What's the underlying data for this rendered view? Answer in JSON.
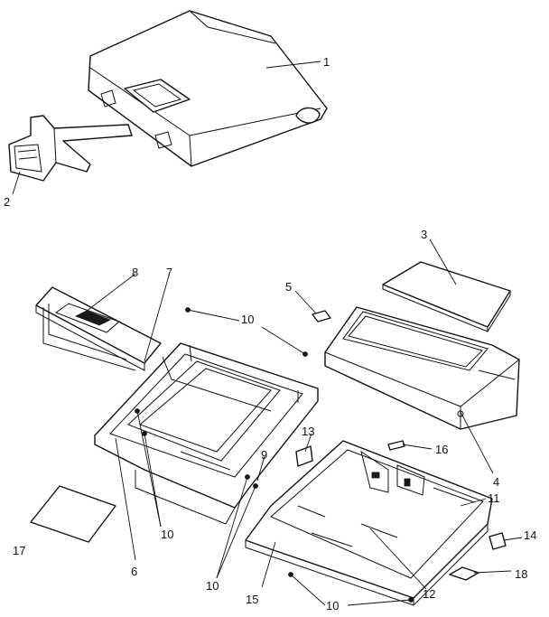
{
  "callouts": {
    "c1": "1",
    "c2": "2",
    "c3": "3",
    "c4": "4",
    "c5": "5",
    "c6": "6",
    "c7": "7",
    "c8": "8",
    "c9": "9",
    "c10a": "10",
    "c10b": "10",
    "c10c": "10",
    "c10d": "10",
    "c10e": "10",
    "c11": "11",
    "c12": "12",
    "c13": "13",
    "c14": "14",
    "c15": "15",
    "c16": "16",
    "c17": "17",
    "c18": "18"
  }
}
